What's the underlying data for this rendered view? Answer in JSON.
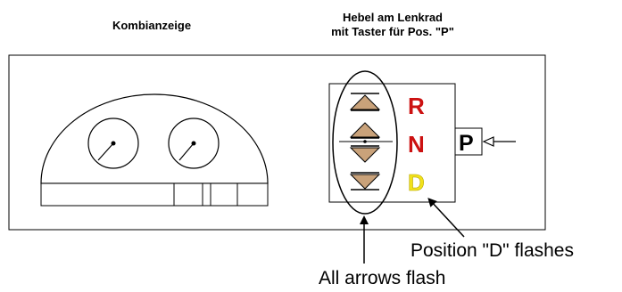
{
  "headers": {
    "instrument_cluster": "Kombianzeige",
    "lever_line1": "Hebel am Lenkrad",
    "lever_line2": "mit Taster für Pos. \"P\""
  },
  "gear_letters": {
    "r": "R",
    "n": "N",
    "d": "D",
    "p": "P"
  },
  "callouts": {
    "d_flashes": "Position \"D\" flashes",
    "arrows_flash": "All arrows flash"
  },
  "colors": {
    "r": "#cc1111",
    "n": "#cc1111",
    "d": "#f2e21b",
    "arrow_fill": "#c9a27a",
    "line": "#000000"
  }
}
